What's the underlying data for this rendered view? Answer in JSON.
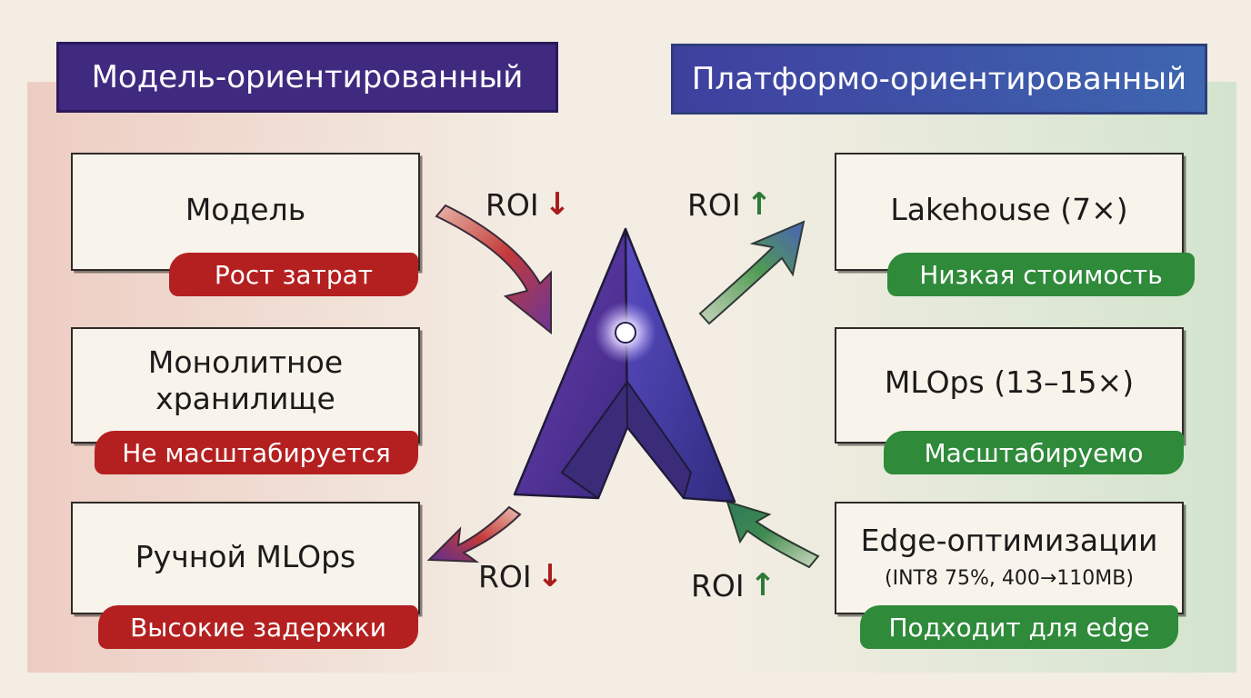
{
  "header_left": "Модель-ориентированный",
  "header_right": "Платформо-ориентированный",
  "left_cards": [
    {
      "title": "Модель",
      "tag": "Рост затрат"
    },
    {
      "title_line1": "Монолитное",
      "title_line2": "хранилище",
      "tag": "Не масштабируется"
    },
    {
      "title": "Ручной MLOps",
      "tag": "Высокие задержки"
    }
  ],
  "right_cards": [
    {
      "title": "Lakehouse (7×)",
      "tag": "Низкая стоимость"
    },
    {
      "title": "MLOps (13–15×)",
      "tag": "Масштабируемо"
    },
    {
      "title": "Edge-оптимизации",
      "subtitle": "(INT8 75%, 400→110MB)",
      "tag": "Подходит для edge"
    }
  ],
  "roi_labels": {
    "top_left": "ROI",
    "top_right": "ROI",
    "bottom_left": "ROI",
    "bottom_right": "ROI",
    "down_glyph": "↓",
    "up_glyph": "↑"
  },
  "colors": {
    "left_header": "#3f2a80",
    "right_header": "#3e66b0",
    "negative_tag": "#b42020",
    "positive_tag": "#2f8a3a",
    "roi_down": "#a81d1d",
    "roi_up": "#2c7a38"
  }
}
